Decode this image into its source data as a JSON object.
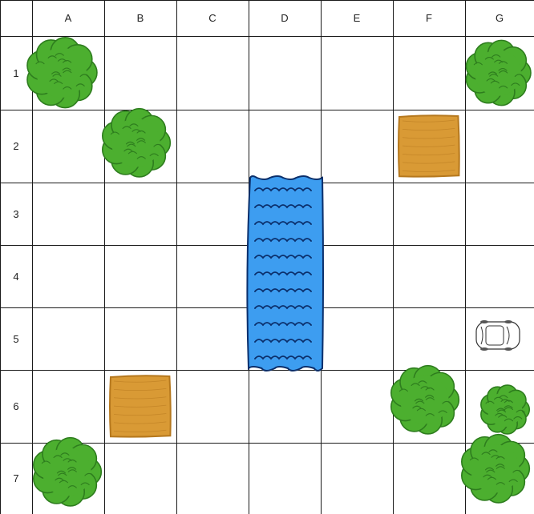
{
  "board": {
    "columns": [
      "A",
      "B",
      "C",
      "D",
      "E",
      "F",
      "G"
    ],
    "rows": [
      "1",
      "2",
      "3",
      "4",
      "5",
      "6",
      "7"
    ],
    "colors": {
      "bush_fill": "#4caf2f",
      "bush_dark": "#2e7d1e",
      "water_fill": "#3d9df0",
      "water_wave": "#0b2f6b",
      "box_fill": "#d99a35",
      "box_edge": "#b5781e",
      "grid": "#1a1a1a"
    },
    "pieces": [
      {
        "type": "bush",
        "cell": "A1",
        "icon": "bush-icon"
      },
      {
        "type": "bush",
        "cell": "B2",
        "icon": "bush-icon"
      },
      {
        "type": "bush",
        "cell": "G1",
        "icon": "bush-icon"
      },
      {
        "type": "crate",
        "cell": "F2",
        "icon": "crate-icon"
      },
      {
        "type": "water",
        "cells": [
          "D3",
          "D4",
          "D5"
        ],
        "icon": "water-icon"
      },
      {
        "type": "car",
        "cell": "G5",
        "icon": "car-icon"
      },
      {
        "type": "crate",
        "cell": "B6",
        "icon": "crate-icon"
      },
      {
        "type": "bush",
        "cell": "F6",
        "icon": "bush-icon"
      },
      {
        "type": "bush",
        "cell": "G6",
        "icon": "bush-icon"
      },
      {
        "type": "bush",
        "cell": "A7",
        "icon": "bush-icon"
      },
      {
        "type": "bush",
        "cell": "G7",
        "icon": "bush-icon"
      }
    ]
  }
}
